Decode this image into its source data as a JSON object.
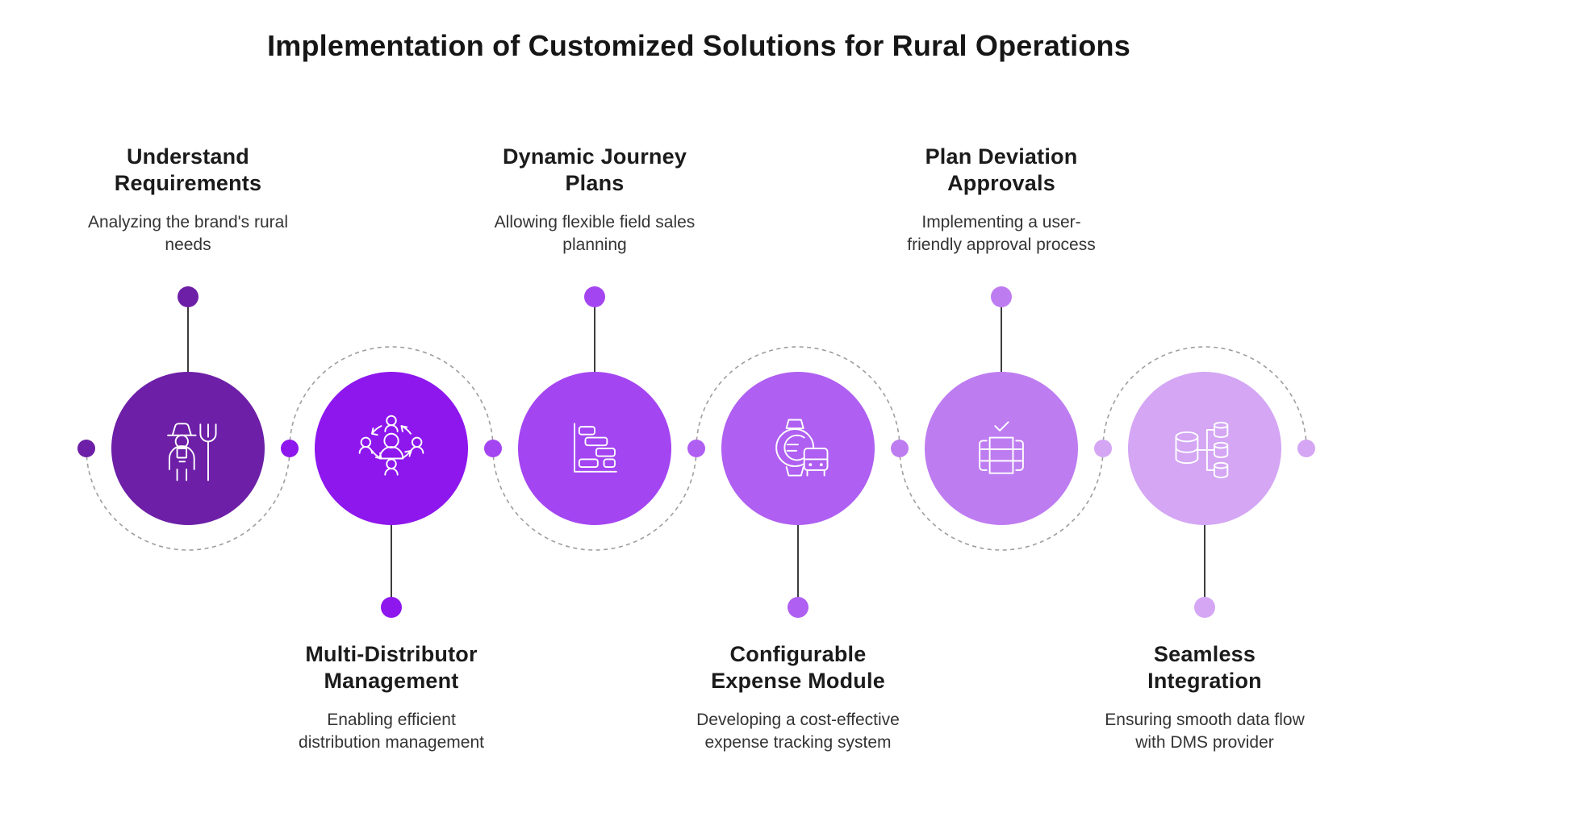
{
  "title": "Implementation of Customized Solutions for Rural Operations",
  "background": "#ffffff",
  "connector": {
    "stem_color": "#3d3d3d",
    "dashed_arc_color": "#9e9e9e"
  },
  "steps": [
    {
      "heading": "Understand\nRequirements",
      "description": "Analyzing the brand's rural\nneeds",
      "label_position": "top",
      "color": "#6D1FA7",
      "icon": "farmer-icon"
    },
    {
      "heading": "Multi-Distributor\nManagement",
      "description": "Enabling efficient\ndistribution management",
      "label_position": "bottom",
      "color": "#8E17EE",
      "icon": "distribution-network-icon"
    },
    {
      "heading": "Dynamic Journey\nPlans",
      "description": "Allowing flexible field sales\nplanning",
      "label_position": "top",
      "color": "#A445F2",
      "icon": "gantt-chart-icon"
    },
    {
      "heading": "Configurable\nExpense Module",
      "description": "Developing a cost-effective\nexpense tracking system",
      "label_position": "bottom",
      "color": "#AF5FF1",
      "icon": "expense-watch-icon"
    },
    {
      "heading": "Plan Deviation\nApprovals",
      "description": "Implementing a user-\nfriendly approval process",
      "label_position": "top",
      "color": "#BE7CF1",
      "icon": "approval-checklist-icon"
    },
    {
      "heading": "Seamless\nIntegration",
      "description": "Ensuring smooth data flow\nwith DMS provider",
      "label_position": "bottom",
      "color": "#D4A6F4",
      "icon": "database-integration-icon"
    }
  ]
}
